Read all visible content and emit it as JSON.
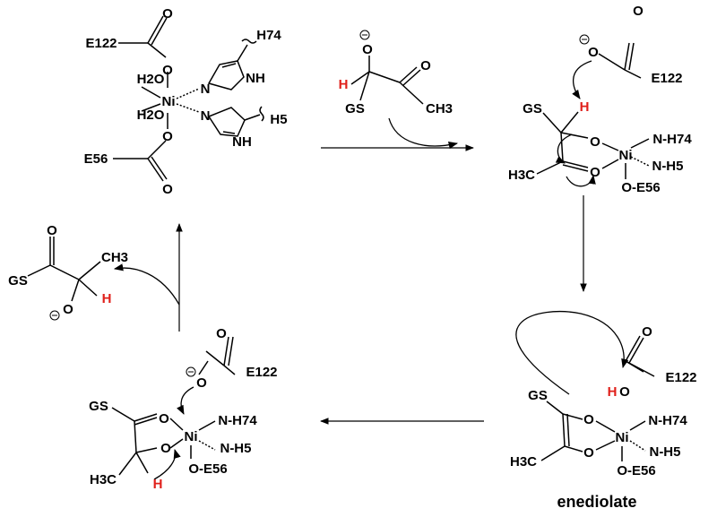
{
  "resting_complex": {
    "metal": "Ni",
    "water_1": "H2O",
    "water_2": "H2O",
    "glu_top": "E122",
    "glu_bottom": "E56",
    "his_top": "H74",
    "his_bottom": "H5",
    "imid_N": "N",
    "imid_NH": "NH",
    "carbonyl_O": "O"
  },
  "substrate": {
    "gs": "GS",
    "h_label": "H",
    "o_minus": "O",
    "carbonyl_O": "O",
    "methyl": "CH3"
  },
  "complex_1": {
    "gs": "GS",
    "h_label": "H",
    "base_label": "E122",
    "o_minus": "O",
    "carbonyl_O": "O",
    "metal": "Ni",
    "lig_1": "N-H74",
    "lig_2": "N-H5",
    "lig_3": "O-E56",
    "methyl": "H3C",
    "ring_O": "O",
    "chelate_O": "O"
  },
  "enediolate": {
    "title": "enediolate",
    "gs": "GS",
    "h_label": "H",
    "acid_O": "O",
    "acid_label": "E122",
    "carbonyl_O": "O",
    "metal": "Ni",
    "lig_1": "N-H74",
    "lig_2": "N-H5",
    "lig_3": "O-E56",
    "methyl": "H3C",
    "o_top": "O",
    "o_bottom": "O"
  },
  "complex_3": {
    "gs": "GS",
    "base_label": "E122",
    "o_minus": "O",
    "carbonyl_O": "O",
    "metal": "Ni",
    "lig_1": "N-H74",
    "lig_2": "N-H5",
    "lig_3": "O-E56",
    "methyl": "H3C",
    "h_label": "H",
    "o_ring": "O",
    "o_top": "O"
  },
  "product": {
    "gs": "GS",
    "carbonyl_O": "O",
    "methyl": "CH3",
    "o_minus": "O",
    "h_label": "H"
  },
  "colors": {
    "highlight": "#e0201b",
    "ink": "#000000"
  }
}
